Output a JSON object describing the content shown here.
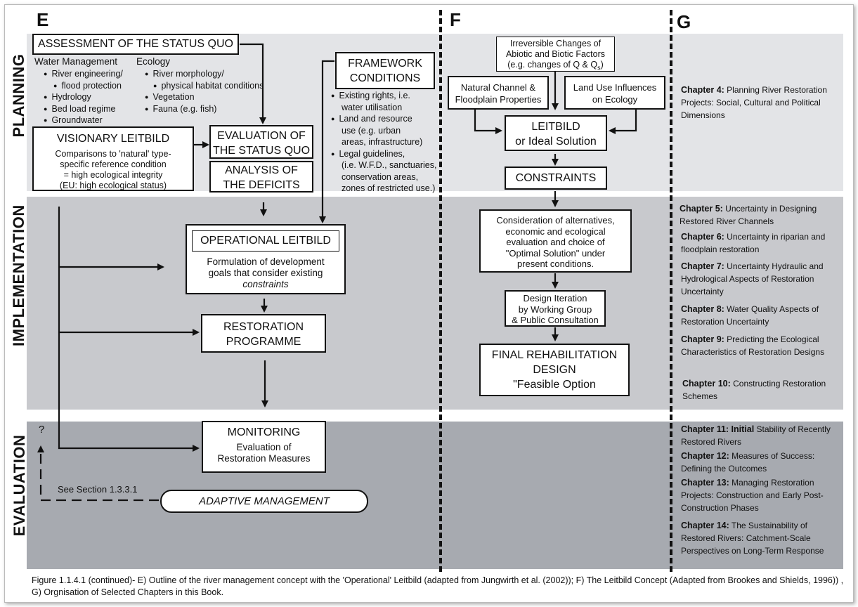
{
  "columns": {
    "e": "E",
    "f": "F",
    "g": "G"
  },
  "phases": {
    "planning": "PLANNING",
    "implementation": "IMPLEMENTATION",
    "evaluation": "EVALUATION"
  },
  "col_e": {
    "assessment": "ASSESSMENT OF THE STATUS QUO",
    "water_management": {
      "heading": "Water Management",
      "items": [
        "River engineering/",
        "flood protection",
        "Hydrology",
        "Bed load regime",
        "Groundwater"
      ]
    },
    "ecology": {
      "heading": "Ecology",
      "items": [
        "River morphology/",
        "physical habitat conditions",
        "Vegetation",
        "Fauna (e.g. fish)"
      ]
    },
    "visionary": {
      "title": "VISIONARY LEITBILD",
      "lines": [
        "Comparisons to 'natural' type-",
        "specific reference condition",
        "= high ecological integrity",
        "(EU: high ecological status)"
      ]
    },
    "evaluation_status": [
      "EVALUATION OF",
      "THE STATUS QUO"
    ],
    "analysis": [
      "ANALYSIS OF",
      "THE DEFICITS"
    ],
    "framework": {
      "title": [
        "FRAMEWORK",
        "CONDITIONS"
      ],
      "items": [
        [
          "Existing rights, i.e.",
          "water utilisation"
        ],
        [
          "Land and resource",
          "use (e.g. urban",
          "areas, infrastructure)"
        ],
        [
          "Legal guidelines,",
          "(i.e. W.F.D., sanctuaries,",
          "conservation areas,",
          "zones of restricted use.)"
        ]
      ]
    },
    "operational": {
      "title": "OPERATIONAL LEITBILD",
      "lines": [
        "Formulation of development",
        "goals that consider existing"
      ],
      "italic": "constraints"
    },
    "restoration": [
      "RESTORATION",
      "PROGRAMME"
    ],
    "monitoring": {
      "title": "MONITORING",
      "lines": [
        "Evaluation of",
        "Restoration Measures"
      ]
    },
    "question": "?",
    "see_section": "See Section 1.3.3.1",
    "adaptive": "ADAPTIVE MANAGEMENT"
  },
  "col_f": {
    "irreversible": [
      "Irreversible Changes of",
      "Abiotic and Biotic Factors",
      "(e.g. changes of Q & Q"
    ],
    "irreversible_sub": "s",
    "irreversible_end": ")",
    "natural_channel": [
      "Natural Channel &",
      "Floodplain Properties"
    ],
    "land_use": [
      "Land Use Influences",
      "on Ecology"
    ],
    "leitbild": [
      "LEITBILD",
      "or Ideal Solution"
    ],
    "constraints": "CONSTRAINTS",
    "consideration": [
      "Consideration of alternatives,",
      "economic and ecological",
      "evaluation and choice of",
      "\"Optimal Solution\" under",
      "present conditions."
    ],
    "design_iteration": [
      "Design Iteration",
      "by Working Group",
      "& Public Consultation"
    ],
    "final": [
      "FINAL REHABILITATION",
      "DESIGN",
      "\"Feasible Option"
    ]
  },
  "col_g": [
    {
      "label": "Chapter 4:",
      "text": " Planning River Restoration Projects: Social, Cultural and Political Dimensions"
    },
    {
      "label": "Chapter 5:",
      "text": " Uncertainty in Designing Restored River Channels"
    },
    {
      "label": "Chapter 6:",
      "text": " Uncertainty in riparian and floodplain restoration"
    },
    {
      "label": "Chapter 7:",
      "text": " Uncertainty Hydraulic and Hydrological Aspects of Restoration Uncertainty"
    },
    {
      "label": "Chapter 8:",
      "text": "  Water Quality Aspects of Restoration Uncertainty"
    },
    {
      "label": "Chapter 9:",
      "text": "  Predicting the Ecological Characteristics of Restoration Designs"
    },
    {
      "label": "Chapter 10:",
      "text": " Constructing Restoration Schemes"
    },
    {
      "label": "Chapter 11: Initial",
      "text": " Stability of Recently Restored Rivers"
    },
    {
      "label": "Chapter 12:",
      "text": " Measures of Success: Defining the Outcomes"
    },
    {
      "label": "Chapter 13:",
      "text": " Managing Restoration Projects:  Construction and Early Post-Construction Phases"
    },
    {
      "label": "Chapter 14:",
      "text": " The Sustainability of Restored Rivers: Catchment-Scale Perspectives on Long-Term Response"
    }
  ],
  "caption": "Figure 1.1.4.1 (continued)- E) Outline of the river management concept with the 'Operational' Leitbild (adapted from Jungwirth et al. (2002)); F) The Leitbild Concept (Adapted from Brookes and Shields,  1996)) , G) Orgnisation of Selected Chapters in this Book.",
  "colors": {
    "planning": "#e3e4e7",
    "implementation": "#c8c9cd",
    "evaluation": "#a7aab0"
  }
}
